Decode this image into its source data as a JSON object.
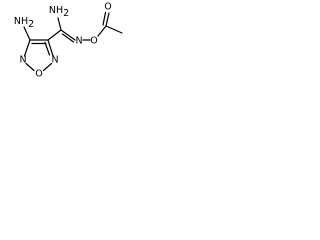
{
  "structure": {
    "atoms": {
      "amino_n": "NH",
      "amino_h_subscript": "2",
      "amidine_n": "NH",
      "amidine_h_subscript": "2",
      "oxime_n": "N",
      "oxime_o": "O",
      "ring_n_left": "N",
      "ring_n_right": "N",
      "ring_o": "O",
      "carbonyl_o": "O"
    }
  },
  "colors": {
    "bond": "#000000",
    "label": "#000000",
    "background": "#ffffff"
  }
}
